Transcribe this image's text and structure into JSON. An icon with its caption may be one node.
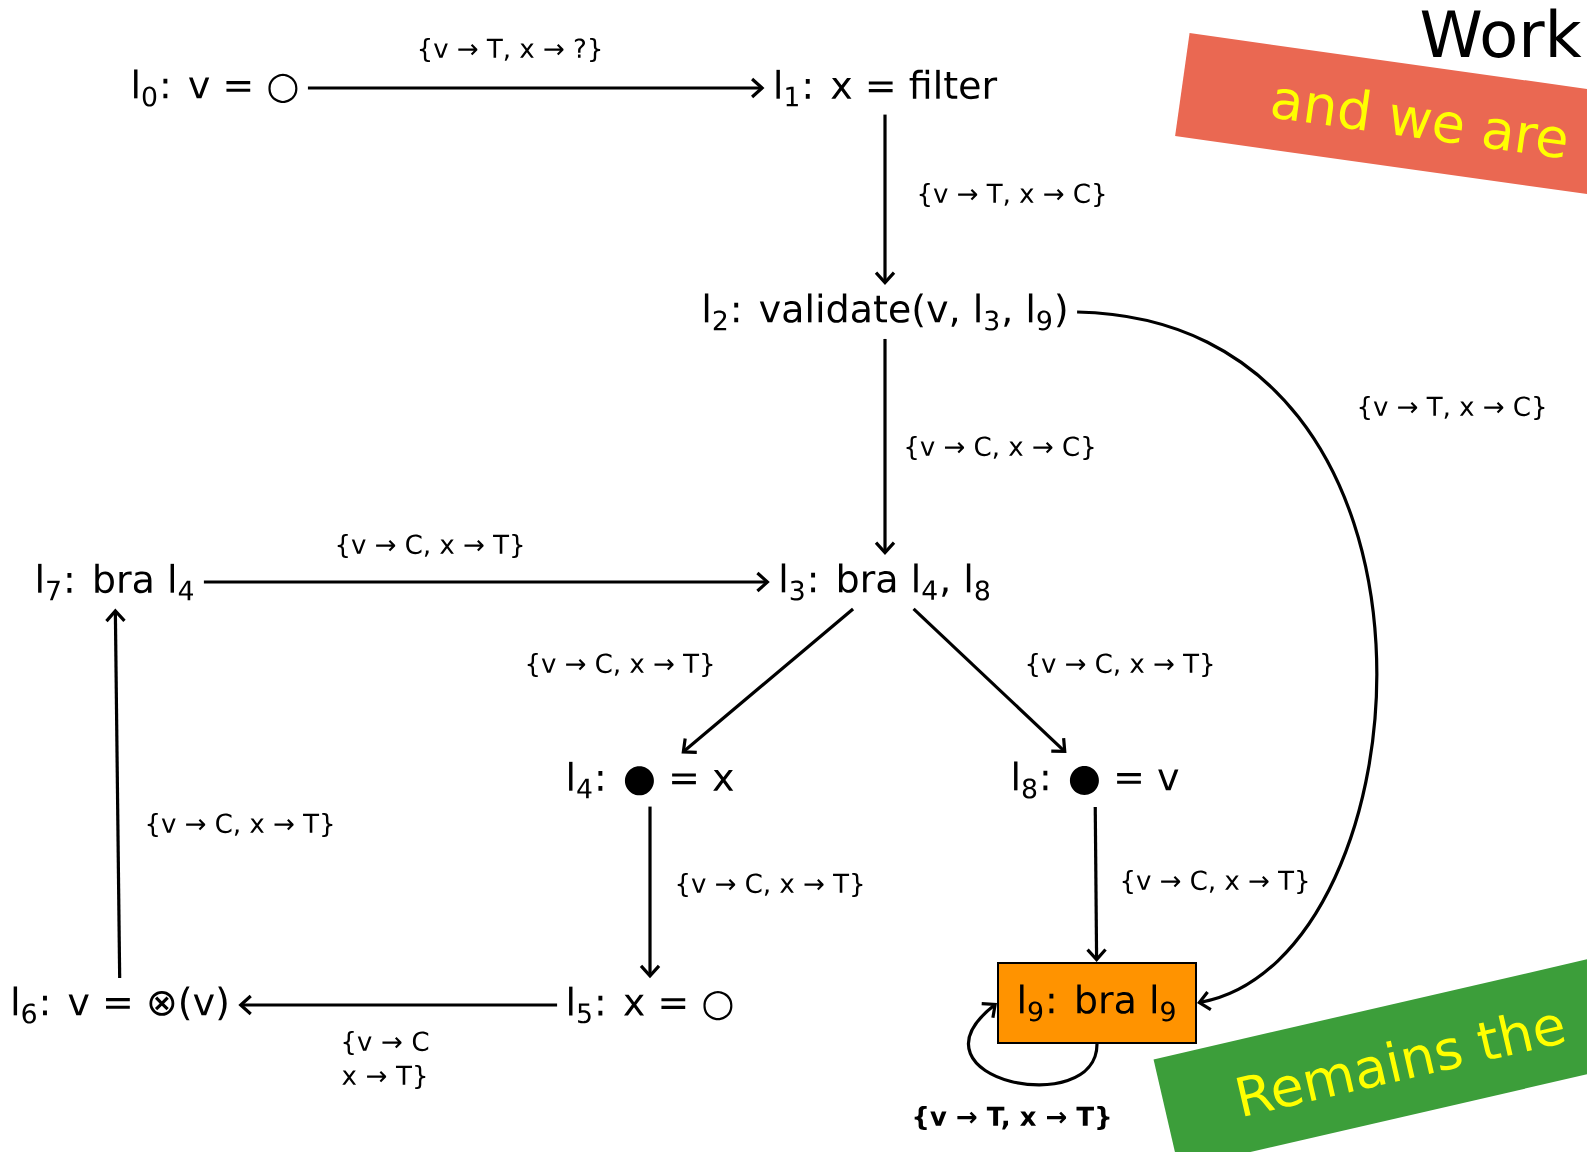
{
  "diagram": {
    "title": "Work",
    "nodes": [
      {
        "text": [
          "l$_{0}$: v = ○"
        ]
      },
      {
        "text": [
          "l$_{1}$: x = filter"
        ]
      },
      {
        "text": [
          "l$_{2}$: validate(v, l$_{3}$, l$_{9}$)"
        ]
      },
      {
        "text": [
          "l$_{7}$: bra l$_{4}$"
        ]
      },
      {
        "text": [
          "l$_{3}$: bra l$_{4}$, l$_{8}$"
        ]
      },
      {
        "text": [
          "l$_{4}$: ● = x"
        ]
      },
      {
        "text": [
          "l$_{8}$: ● = v"
        ]
      },
      {
        "text": [
          "l$_{6}$: v = ⊗(v)"
        ]
      },
      {
        "text": [
          "l$_{5}$: x = ○"
        ]
      },
      {
        "text": [
          "l$_{9}$: bra l$_{9}$"
        ]
      },
      {
        "text": [
          "and we are"
        ]
      },
      {
        "text": [
          "Remains the"
        ]
      }
    ],
    "edges": [
      {
        "from": 0,
        "to": 1,
        "arrow": "to",
        "label": "{v → T, x → ?}"
      },
      {
        "from": 1,
        "to": 2,
        "arrow": "to",
        "label": "{v → T, x → C}"
      },
      {
        "from": 2,
        "to": 4,
        "arrow": "to",
        "label": "{v → C, x → C}"
      },
      {
        "from": 2,
        "to": 9,
        "arrow": "to",
        "label": "{v → T, x → C}"
      },
      {
        "from": 3,
        "to": 4,
        "arrow": "to",
        "label": "{v → C, x → T}"
      },
      {
        "from": 4,
        "to": 5,
        "arrow": "to",
        "label": "{v → C, x → T}"
      },
      {
        "from": 4,
        "to": 6,
        "arrow": "to",
        "label": "{v → C, x → T}"
      },
      {
        "from": 5,
        "to": 8,
        "arrow": "to",
        "label": "{v → C, x → T}"
      },
      {
        "from": 6,
        "to": 9,
        "arrow": "to",
        "label": "{v → C, x → T}"
      },
      {
        "from": 8,
        "to": 7,
        "arrow": "to",
        "label": "{v → C x → T}"
      },
      {
        "from": 7,
        "to": 3,
        "arrow": "to",
        "label": "{v → C, x → T}"
      },
      {
        "from": 9,
        "to": 9,
        "arrow": "to",
        "label": "{v → T, x → T}"
      }
    ]
  }
}
